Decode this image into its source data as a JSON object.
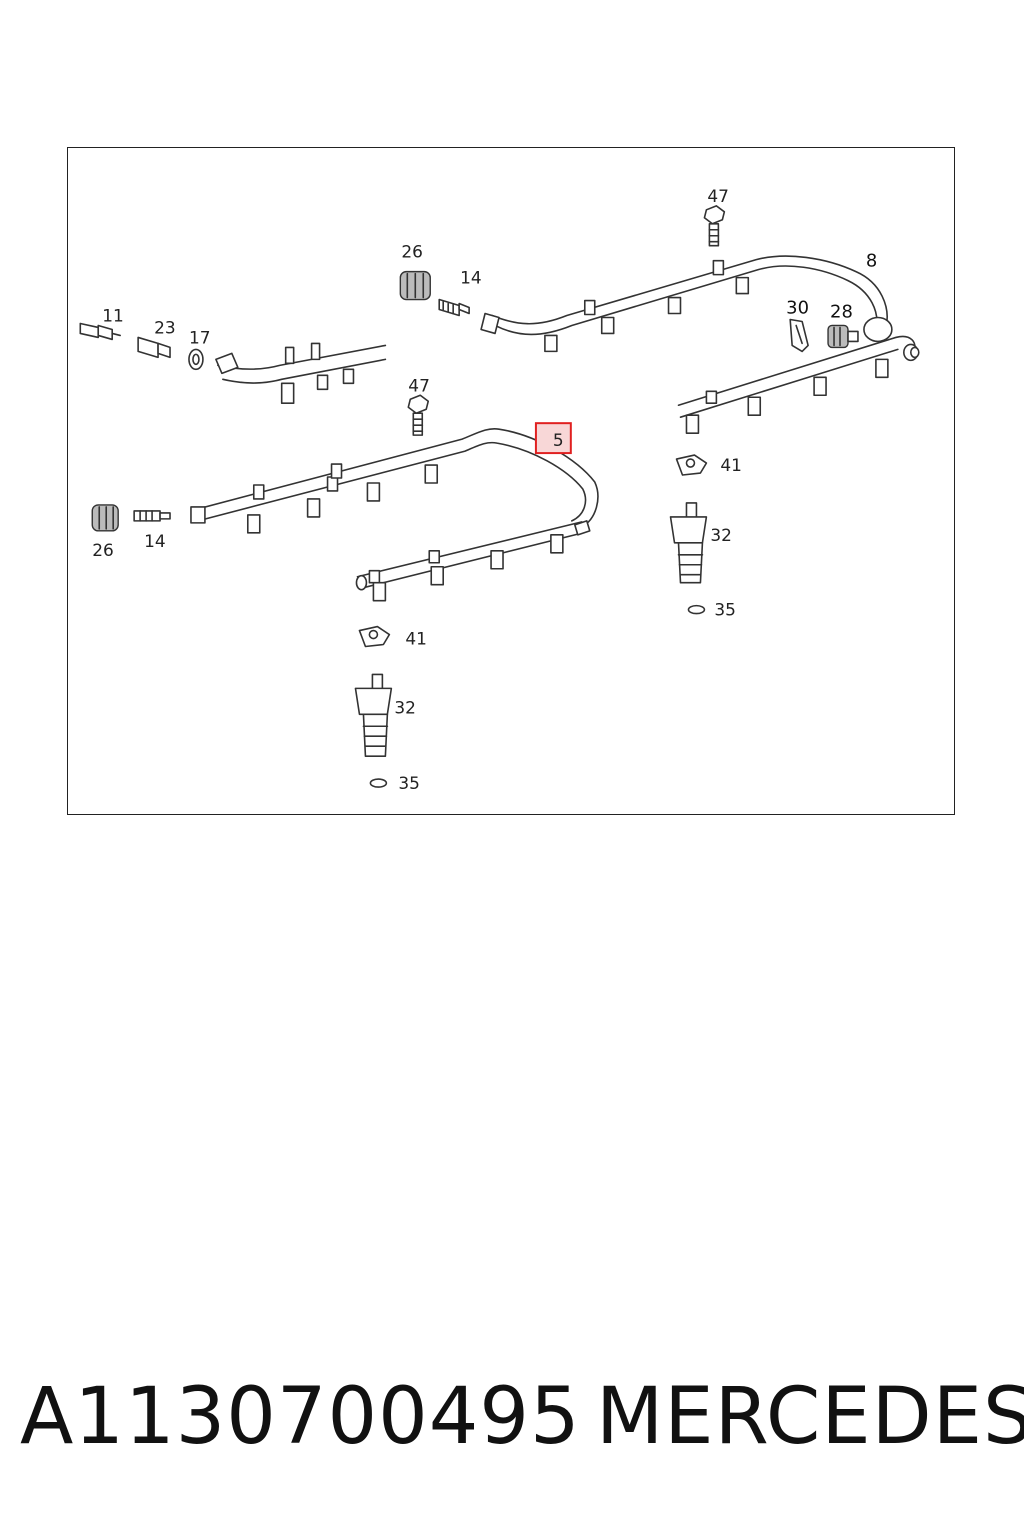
{
  "callouts": {
    "c47_top": "47",
    "c8": "8",
    "c26_top": "26",
    "c14_top": "14",
    "c30": "30",
    "c28": "28",
    "c11": "11",
    "c23": "23",
    "c17": "17",
    "c47_mid": "47",
    "c5": "5",
    "c41_right": "41",
    "c32_right": "32",
    "c35_right": "35",
    "c26_left": "26",
    "c14_left": "14",
    "c41_bottom": "41",
    "c32_bottom": "32",
    "c35_bottom": "35"
  },
  "highlight": {
    "callout": "5",
    "color": "#e02020"
  },
  "caption": {
    "part_number": "A1130700495",
    "brand": "MERCEDES"
  }
}
